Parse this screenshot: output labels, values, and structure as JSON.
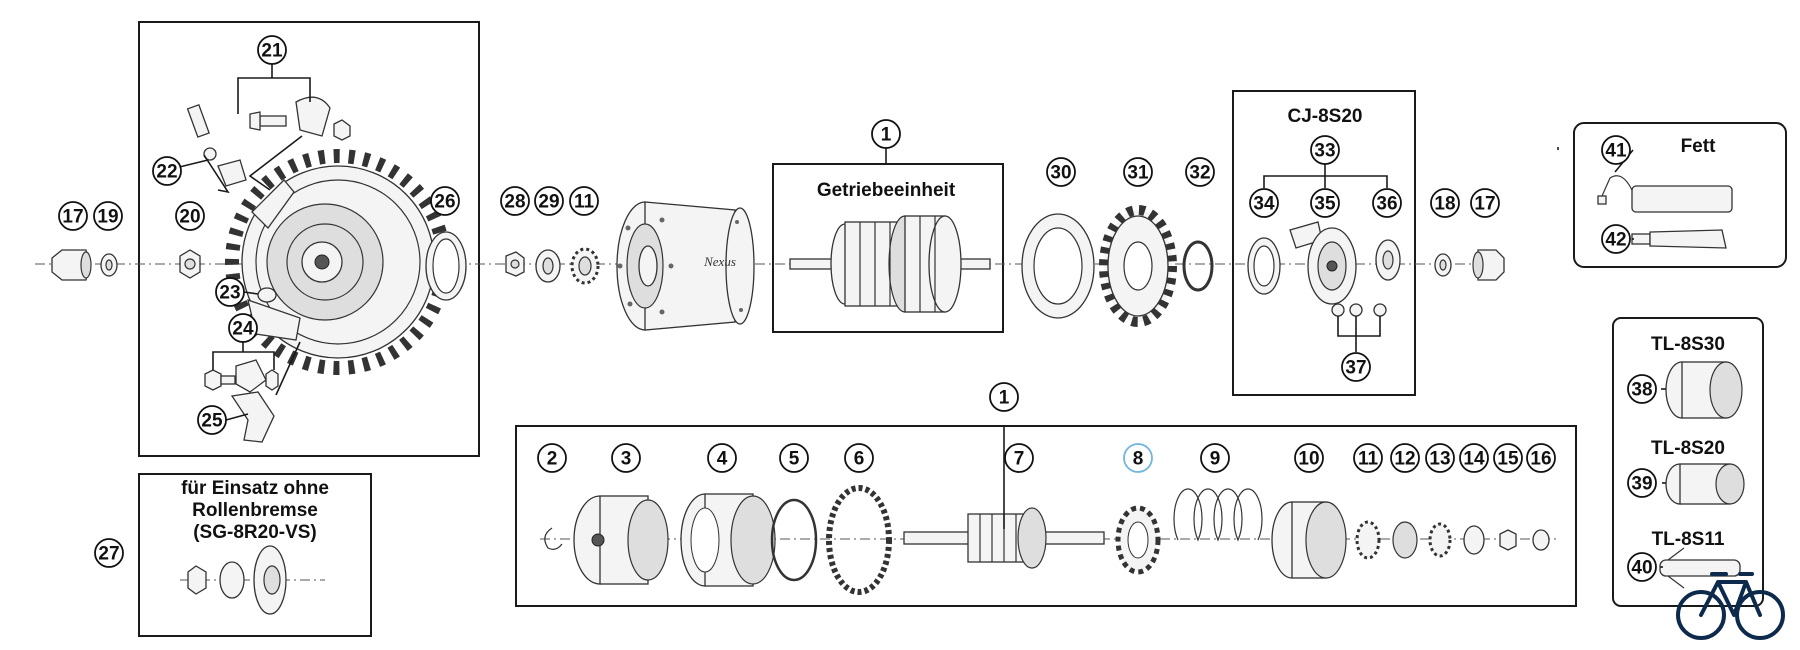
{
  "labels": {
    "gear_unit": "Getriebeeinheit",
    "cj_tool": "CJ-8S20",
    "grease": "Fett",
    "alt_line1": "für Einsatz ohne",
    "alt_line2": "Rollenbremse",
    "alt_line3": "(SG-8R20-VS)",
    "tool_1": "TL-8S30",
    "tool_2": "TL-8S20",
    "tool_3": "TL-8S11",
    "hub_brand": "Nexus"
  },
  "callouts": {
    "n1": "1",
    "n2": "2",
    "n3": "3",
    "n4": "4",
    "n5": "5",
    "n6": "6",
    "n7": "7",
    "n8": "8",
    "n9": "9",
    "n10": "10",
    "n11": "11",
    "n12": "12",
    "n13": "13",
    "n14": "14",
    "n15": "15",
    "n16": "16",
    "n17": "17",
    "n18": "18",
    "n19": "19",
    "n20": "20",
    "n21": "21",
    "n22": "22",
    "n23": "23",
    "n24": "24",
    "n25": "25",
    "n26": "26",
    "n27": "27",
    "n28": "28",
    "n29": "29",
    "n30": "30",
    "n31": "31",
    "n32": "32",
    "n33": "33",
    "n34": "34",
    "n35": "35",
    "n36": "36",
    "n37": "37",
    "n38": "38",
    "n39": "39",
    "n40": "40",
    "n41": "41",
    "n42": "42"
  },
  "colors": {
    "line": "#1a1a1a",
    "highlight": "#9fd3f0"
  }
}
